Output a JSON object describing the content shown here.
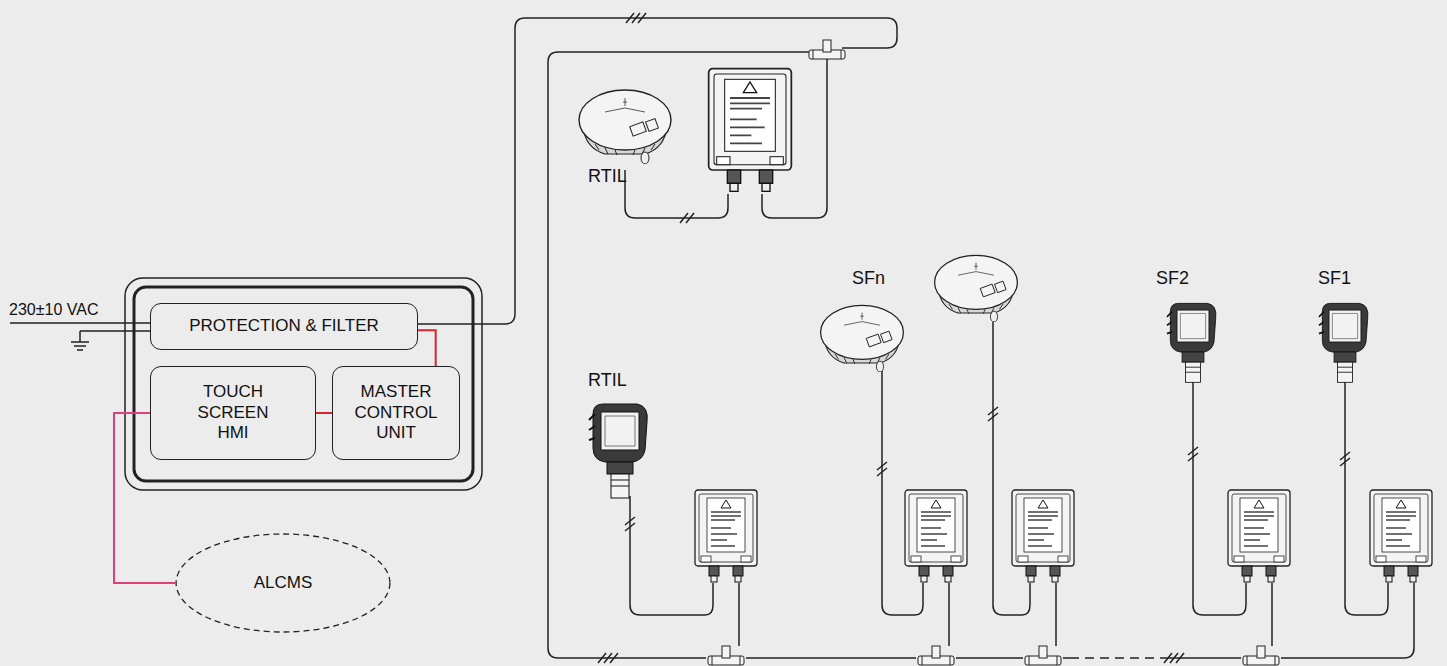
{
  "diagram": {
    "nodes": [
      {
        "text": [
          "PROTECTION & FILTER"
        ]
      },
      {
        "text": [
          "TOUCH SCREEN HMI"
        ]
      },
      {
        "text": [
          "MASTER CONTROL UNIT"
        ]
      },
      {
        "text": [
          "ALCMS"
        ]
      }
    ],
    "edges": [
      {
        "from": 0,
        "to": 2,
        "arrow": "none"
      },
      {
        "from": 1,
        "to": 2,
        "arrow": "none"
      },
      {
        "from": 1,
        "to": 3,
        "arrow": "none"
      }
    ],
    "labels": [
      "230±10 VAC",
      "RTIL",
      "RTIL",
      "SFn",
      "SF2",
      "SF1"
    ]
  }
}
